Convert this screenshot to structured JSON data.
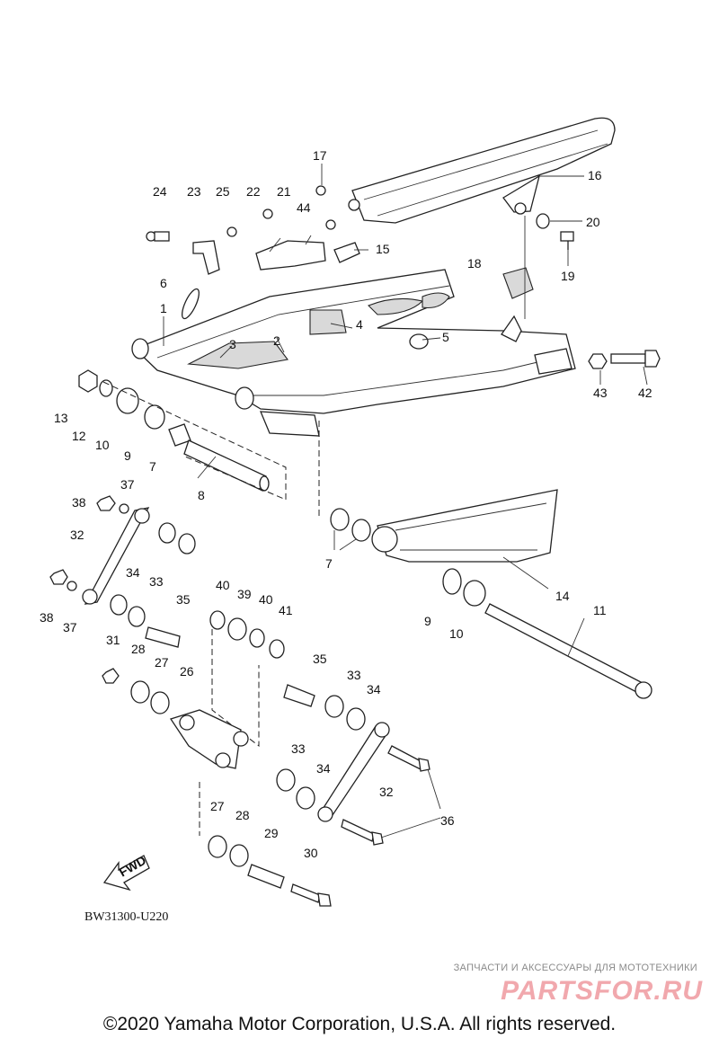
{
  "diagram": {
    "code": "BW31300-U220",
    "fwd_label": "FWD",
    "labels": {
      "p1": "1",
      "p2": "2",
      "p3": "3",
      "p4": "4",
      "p5": "5",
      "p6": "6",
      "p7a": "7",
      "p7b": "7",
      "p8": "8",
      "p9a": "9",
      "p9b": "9",
      "p10a": "10",
      "p10b": "10",
      "p11": "11",
      "p12": "12",
      "p13": "13",
      "p14": "14",
      "p15": "15",
      "p16": "16",
      "p17": "17",
      "p18": "18",
      "p19": "19",
      "p20": "20",
      "p21": "21",
      "p22": "22",
      "p23": "23",
      "p24": "24",
      "p25": "25",
      "p26": "26",
      "p27a": "27",
      "p27b": "27",
      "p28a": "28",
      "p28b": "28",
      "p29": "29",
      "p30": "30",
      "p31": "31",
      "p32a": "32",
      "p32b": "32",
      "p33a": "33",
      "p33b": "33",
      "p33c": "33",
      "p34a": "34",
      "p34b": "34",
      "p34c": "34",
      "p35a": "35",
      "p35b": "35",
      "p36": "36",
      "p37a": "37",
      "p37b": "37",
      "p38a": "38",
      "p38b": "38",
      "p39": "39",
      "p40a": "40",
      "p40b": "40",
      "p41": "41",
      "p42": "42",
      "p43": "43",
      "p44": "44"
    }
  },
  "watermark": {
    "tagline": "ЗАПЧАСТИ И АКСЕССУАРЫ ДЛЯ МОТОТЕХНИКИ",
    "logo": "PARTSFOR.RU"
  },
  "copyright": "©2020 Yamaha Motor Corporation, U.S.A. All rights reserved."
}
